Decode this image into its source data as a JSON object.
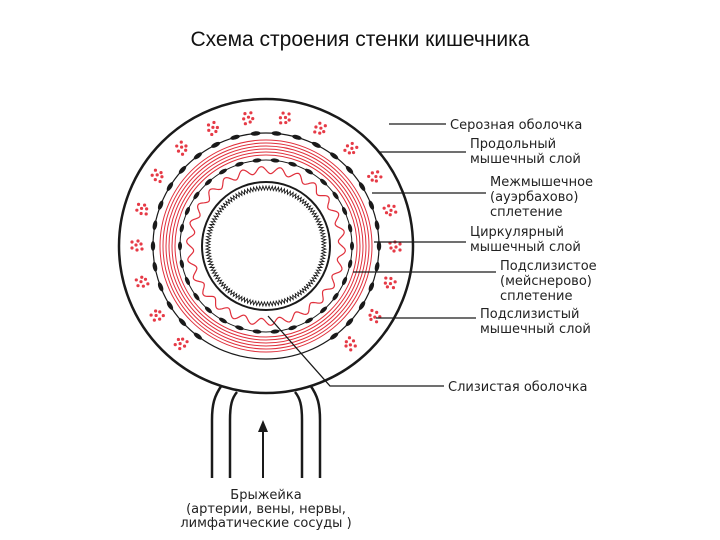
{
  "title": "Схема строения стенки кишечника",
  "colors": {
    "muscle": "#e0303c",
    "dark": "#1a1a1a",
    "dots": "#e63a46"
  },
  "labels": [
    {
      "id": "serosa",
      "lines": [
        "Серозная оболочка"
      ]
    },
    {
      "id": "long-muscle",
      "lines": [
        "Продольный",
        "мышечный слой"
      ]
    },
    {
      "id": "auerbach",
      "lines": [
        "Межмышечное",
        "(ауэрбахово)",
        "сплетение"
      ]
    },
    {
      "id": "circ-muscle",
      "lines": [
        "Циркулярный",
        "мышечный слой"
      ]
    },
    {
      "id": "meissner",
      "lines": [
        "Подслизистое",
        "(мейснерово)",
        "сплетение"
      ]
    },
    {
      "id": "submucous-muscle",
      "lines": [
        "Подслизистый",
        "мышечный слой"
      ]
    },
    {
      "id": "mucosa",
      "lines": [
        "Слизистая оболочка"
      ]
    }
  ],
  "mesentery": {
    "title": "Брыжейка",
    "lines": [
      "(артерии, вены, нервы,",
      "лимфатические сосуды )"
    ]
  }
}
